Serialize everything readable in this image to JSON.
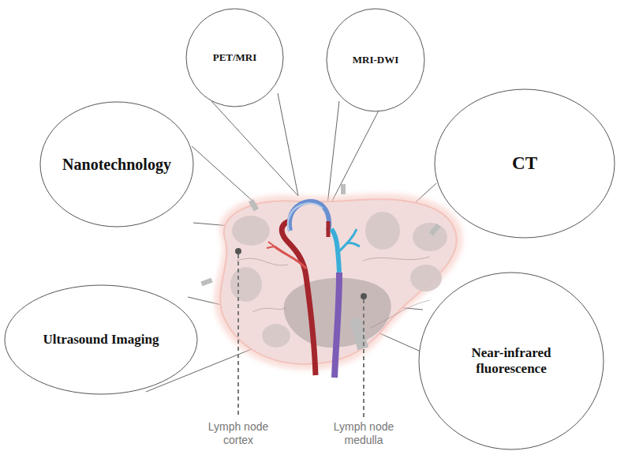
{
  "diagram": {
    "nodes": [
      {
        "text": [
          "PET/MRI"
        ]
      },
      {
        "text": [
          "MRI-DWI"
        ]
      },
      {
        "text": [
          "Nanotechnology"
        ]
      },
      {
        "text": [
          "CT"
        ]
      },
      {
        "text": [
          "Ultrasound Imaging"
        ]
      },
      {
        "text": [
          "Near-infrared fluorescence"
        ]
      }
    ],
    "labels": [
      "Lymph node cortex",
      "Lymph node medulla"
    ]
  }
}
